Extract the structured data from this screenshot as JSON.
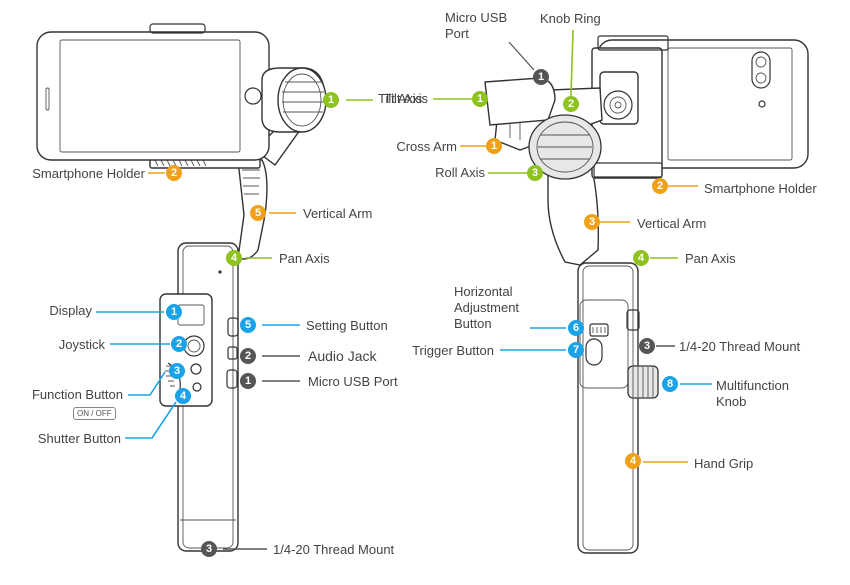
{
  "colors": {
    "green": "#8dc21f",
    "orange": "#f0a11a",
    "blue": "#1aa3e8",
    "grey": "#555555"
  },
  "left_view": {
    "labels": {
      "tilt_axis": "Tilt Axis",
      "smartphone_holder": "Smartphone Holder",
      "vertical_arm": "Vertical Arm",
      "pan_axis": "Pan Axis",
      "display": "Display",
      "joystick": "Joystick",
      "function_button": "Function Button",
      "on_off": "ON / OFF",
      "shutter_button": "Shutter Button",
      "setting_button": "Setting Button",
      "audio_jack": "Audio Jack",
      "micro_usb_port": "Micro USB Port",
      "thread_mount": "1/4-20 Thread Mount"
    },
    "numbers": {
      "tilt_axis": "1",
      "smartphone_holder": "2",
      "vertical_arm": "5",
      "pan_axis": "4",
      "display": "1",
      "joystick": "2",
      "function_button": "3",
      "shutter_button": "4",
      "setting_button": "5",
      "audio_jack": "2",
      "micro_usb_port": "1",
      "thread_mount": "3"
    }
  },
  "right_view": {
    "labels": {
      "micro_usb_port": "Micro USB Port",
      "knob_ring": "Knob Ring",
      "tilt_axis": "Tilt Axis",
      "cross_arm": "Cross Arm",
      "roll_axis": "Roll Axis",
      "smartphone_holder": "Smartphone Holder",
      "vertical_arm": "Vertical Arm",
      "pan_axis": "Pan Axis",
      "horizontal_adjustment_button": "Horizontal Adjustment Button",
      "trigger_button": "Trigger Button",
      "thread_mount": "1/4-20 Thread Mount",
      "multifunction_knob": "Multifunction Knob",
      "hand_grip": "Hand Grip"
    },
    "numbers": {
      "micro_usb_port": "1",
      "knob_ring": "2",
      "tilt_axis": "1",
      "cross_arm": "1",
      "roll_axis": "3",
      "smartphone_holder": "2",
      "vertical_arm": "3",
      "pan_axis": "4",
      "horizontal_adjustment_button": "6",
      "trigger_button": "7",
      "thread_mount": "3",
      "multifunction_knob": "8",
      "hand_grip": "4"
    }
  }
}
